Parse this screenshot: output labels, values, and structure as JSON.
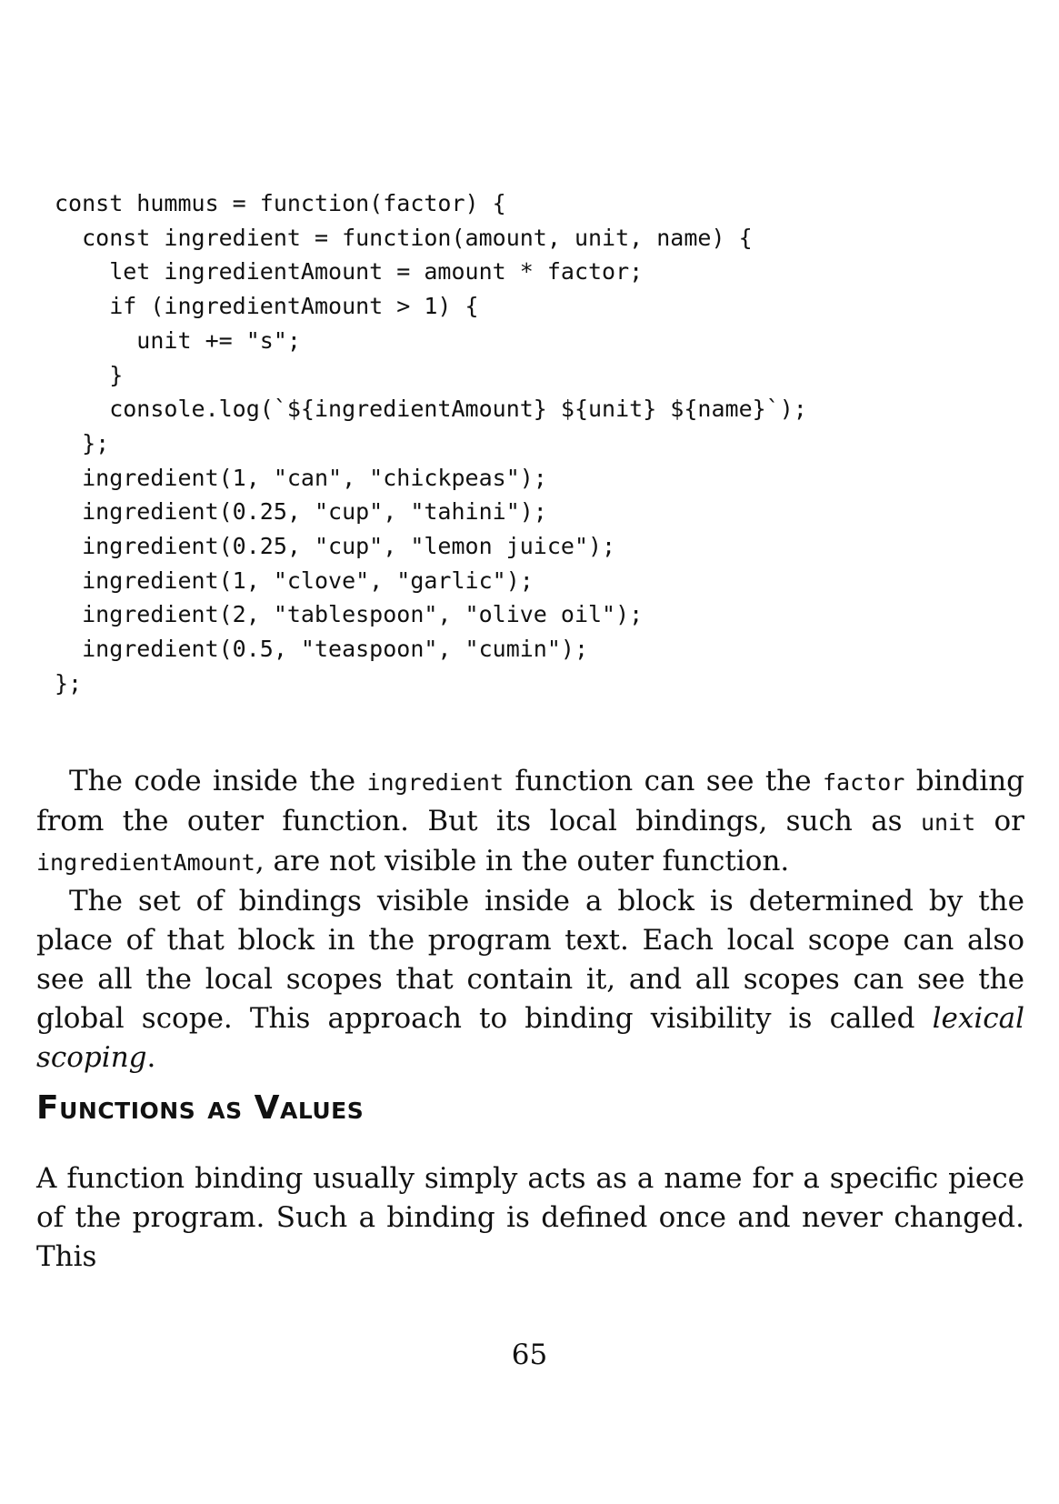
{
  "code_block": {
    "lines": [
      "const hummus = function(factor) {",
      "  const ingredient = function(amount, unit, name) {",
      "    let ingredientAmount = amount * factor;",
      "    if (ingredientAmount > 1) {",
      "      unit += \"s\";",
      "    }",
      "    console.log(`${ingredientAmount} ${unit} ${name}`);",
      "  };",
      "  ingredient(1, \"can\", \"chickpeas\");",
      "  ingredient(0.25, \"cup\", \"tahini\");",
      "  ingredient(0.25, \"cup\", \"lemon juice\");",
      "  ingredient(1, \"clove\", \"garlic\");",
      "  ingredient(2, \"tablespoon\", \"olive oil\");",
      "  ingredient(0.5, \"teaspoon\", \"cumin\");",
      "};"
    ]
  },
  "paragraph1": {
    "t1": "The code inside the ",
    "c1": "ingredient",
    "t2": " function can see the ",
    "c2": "factor",
    "t3": " binding from the outer function. But its local bindings, such as ",
    "c3": "unit",
    "t4": " or ",
    "c4": "ingredientAmount",
    "t5": ", are not visible in the outer function."
  },
  "paragraph2": {
    "t1": "The set of bindings visible inside a block is determined by the place of that block in the program text. Each local scope can also see all the local scopes that contain it, and all scopes can see the global scope. This approach to binding visibility is called ",
    "em": "lexical scoping",
    "t2": "."
  },
  "section_heading": "Functions as Values",
  "paragraph3": "A function binding usually simply acts as a name for a specific piece of the program. Such a binding is defined once and never changed. This",
  "page_number": "65"
}
